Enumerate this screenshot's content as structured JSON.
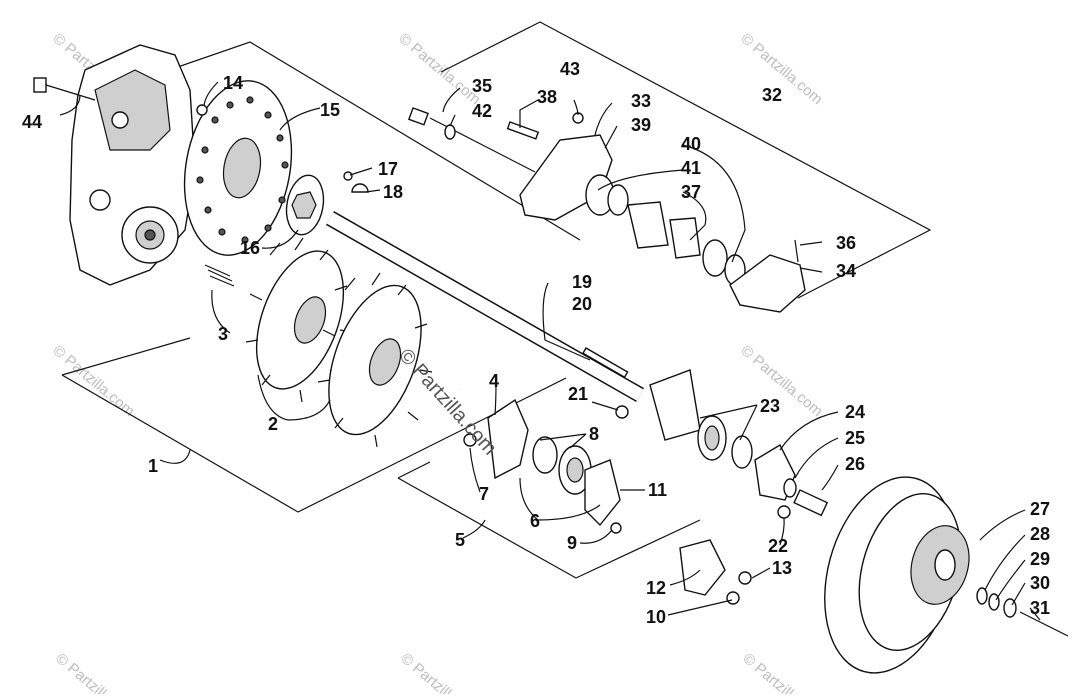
{
  "watermark": {
    "center_text": "© Partzilla.com",
    "corner_text": "© Partzilla.com"
  },
  "callouts": [
    {
      "id": "1",
      "text": "1"
    },
    {
      "id": "2",
      "text": "2"
    },
    {
      "id": "3",
      "text": "3"
    },
    {
      "id": "4",
      "text": "4"
    },
    {
      "id": "5",
      "text": "5"
    },
    {
      "id": "6",
      "text": "6"
    },
    {
      "id": "7",
      "text": "7"
    },
    {
      "id": "8",
      "text": "8"
    },
    {
      "id": "9",
      "text": "9"
    },
    {
      "id": "10",
      "text": "10"
    },
    {
      "id": "11",
      "text": "11"
    },
    {
      "id": "12",
      "text": "12"
    },
    {
      "id": "13",
      "text": "13"
    },
    {
      "id": "14",
      "text": "14"
    },
    {
      "id": "15",
      "text": "15"
    },
    {
      "id": "16",
      "text": "16"
    },
    {
      "id": "17",
      "text": "17"
    },
    {
      "id": "18",
      "text": "18"
    },
    {
      "id": "19",
      "text": "19"
    },
    {
      "id": "20",
      "text": "20"
    },
    {
      "id": "21",
      "text": "21"
    },
    {
      "id": "22",
      "text": "22"
    },
    {
      "id": "23",
      "text": "23"
    },
    {
      "id": "24",
      "text": "24"
    },
    {
      "id": "25",
      "text": "25"
    },
    {
      "id": "26",
      "text": "26"
    },
    {
      "id": "27",
      "text": "27"
    },
    {
      "id": "28",
      "text": "28"
    },
    {
      "id": "29",
      "text": "29"
    },
    {
      "id": "30",
      "text": "30"
    },
    {
      "id": "31",
      "text": "31"
    },
    {
      "id": "32",
      "text": "32"
    },
    {
      "id": "33",
      "text": "33"
    },
    {
      "id": "34",
      "text": "34"
    },
    {
      "id": "35",
      "text": "35"
    },
    {
      "id": "36",
      "text": "36"
    },
    {
      "id": "37",
      "text": "37"
    },
    {
      "id": "38",
      "text": "38"
    },
    {
      "id": "39",
      "text": "39"
    },
    {
      "id": "40",
      "text": "40"
    },
    {
      "id": "41",
      "text": "41"
    },
    {
      "id": "42",
      "text": "42"
    },
    {
      "id": "43",
      "text": "43"
    },
    {
      "id": "44",
      "text": "44"
    }
  ]
}
